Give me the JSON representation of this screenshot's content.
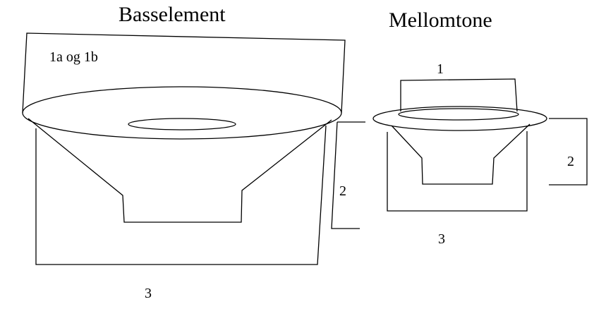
{
  "diagram": {
    "bass": {
      "title": "Basselement",
      "label_top": "1a og 1b",
      "label_height": "2",
      "label_width": "3"
    },
    "mid": {
      "title": "Mellomtone",
      "label_top": "1",
      "label_height_left": "2",
      "label_width": "3"
    }
  },
  "colors": {
    "stroke": "#000000",
    "background": "#ffffff"
  }
}
